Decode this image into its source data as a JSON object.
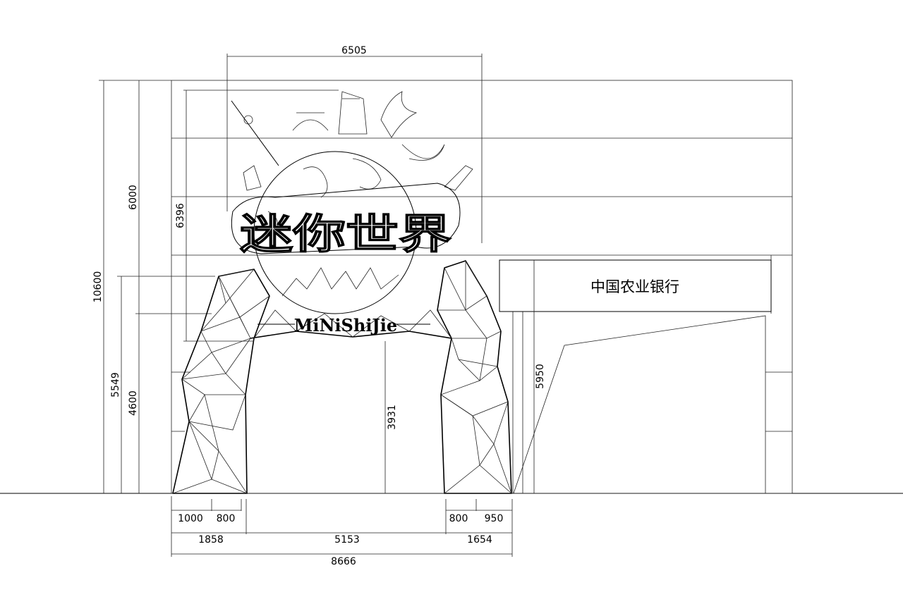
{
  "drawing": {
    "sign_text": "中国农业银行",
    "brand_text": "MiNiShiJie",
    "logo_lettering": "迷你世界",
    "dimensions": {
      "logo_width": "6505",
      "logo_height": "6396",
      "total_height": "10600",
      "upper_height": "6000",
      "lower_height": "4600",
      "arch_top_height": "5549",
      "opening_height": "3931",
      "building_height": "5950",
      "left_foot_a": "1000",
      "left_foot_b": "800",
      "right_foot_a": "800",
      "right_foot_b": "950",
      "left_leg": "1858",
      "opening_width": "5153",
      "right_leg": "1654",
      "total_width": "8666"
    }
  }
}
